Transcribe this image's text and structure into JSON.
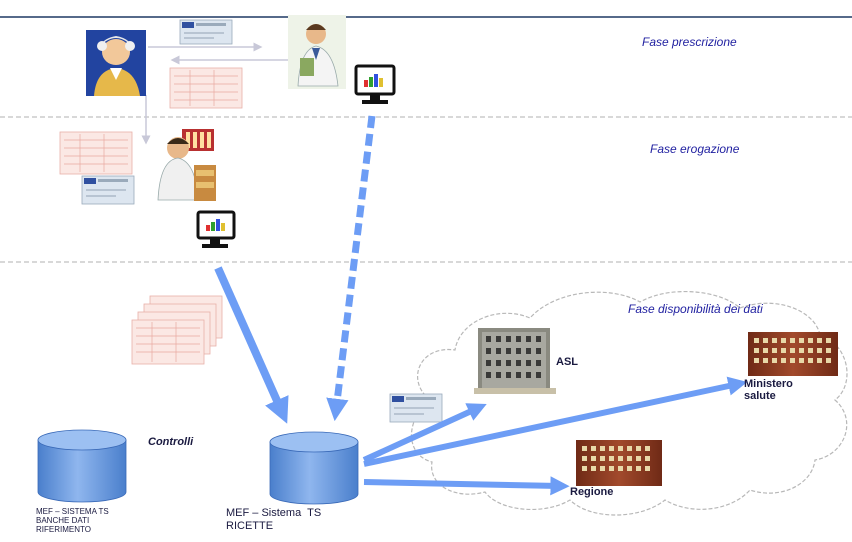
{
  "phases": {
    "prescrizione": "Fase prescrizione",
    "erogazione": "Fase erogazione",
    "disponibilita": "Fase disponibilità dei dati"
  },
  "labels": {
    "controlli": "Controlli",
    "asl": "ASL",
    "ministero_line1": "Ministero",
    "ministero_line2": "salute",
    "regione": "Regione",
    "db_left_line1": "MEF – SISTEMA TS",
    "db_left_line2": "BANCHE DATI",
    "db_left_line3": "RIFERIMENTO",
    "db_center_line1": "MEF – Sistema  TS",
    "db_center_line2": "RICETTE"
  },
  "colors": {
    "arrow": "#6d9df5",
    "rule_top": "#1f3864",
    "rule_dashed": "#b0b0b0",
    "phase_text": "#1f1fa0",
    "cylinder": "#5b8ed8",
    "building": "#8b3a22"
  },
  "icons": [
    "patient-icon",
    "doctor-icon",
    "pharmacist-icon",
    "computer-icon",
    "health-card-icon",
    "prescription-form-icon",
    "building-icon",
    "database-icon",
    "cloud-icon"
  ]
}
